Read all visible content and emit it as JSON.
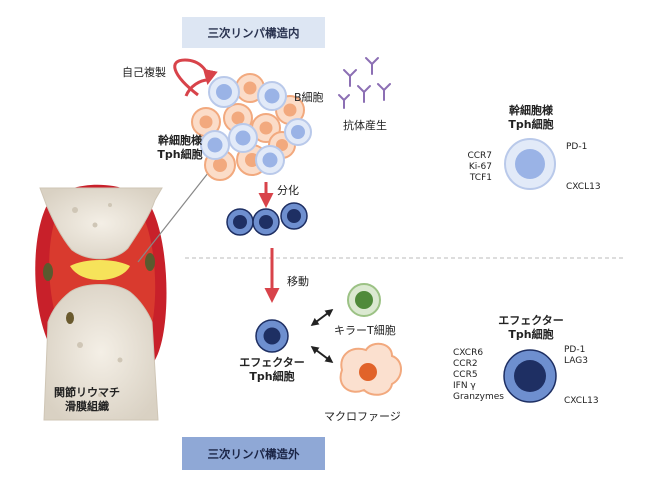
{
  "banners": {
    "inside": "三次リンパ構造内",
    "outside": "三次リンパ構造外"
  },
  "labels": {
    "self_renewal": "自己複製",
    "b_cell": "B細胞",
    "antibody_production": "抗体産生",
    "stemlike_tph": [
      "幹細胞様",
      "Tph細胞"
    ],
    "differentiation": "分化",
    "migration": "移動",
    "killer_t": "キラーT細胞",
    "effector_tph": [
      "エフェクター",
      "Tph細胞"
    ],
    "macrophage": "マクロファージ",
    "ra_tissue": [
      "関節リウマチ",
      "滑膜組織"
    ]
  },
  "stemlike_panel": {
    "title": [
      "幹細胞様",
      "Tph細胞"
    ],
    "left_markers": [
      "CCR7",
      "Ki-67",
      "TCF1"
    ],
    "right_top": "PD-1",
    "right_bottom": "CXCL13"
  },
  "effector_panel": {
    "title": [
      "エフェクター",
      "Tph細胞"
    ],
    "left_markers": [
      "CXCR6",
      "CCR2",
      "CCR5",
      "IFN γ",
      "Granzymes"
    ],
    "right_top": [
      "PD-1",
      "LAG3"
    ],
    "right_bottom": "CXCL13"
  },
  "colors": {
    "banner_inside": "#dde6f3",
    "banner_outside": "#8fa8d6",
    "arrow_red": "#d8434a",
    "tcell_fill": "#6e8fcf",
    "tcell_nucleus": "#1e2f63",
    "stem_fill": "#e2eaf8",
    "stem_nucleus": "#9ab3e6",
    "orange_cell": "#f2a97e",
    "killer_green": "#4f8a3a",
    "macrophage": "#e1632a",
    "antibody": "#8c6fb4"
  }
}
